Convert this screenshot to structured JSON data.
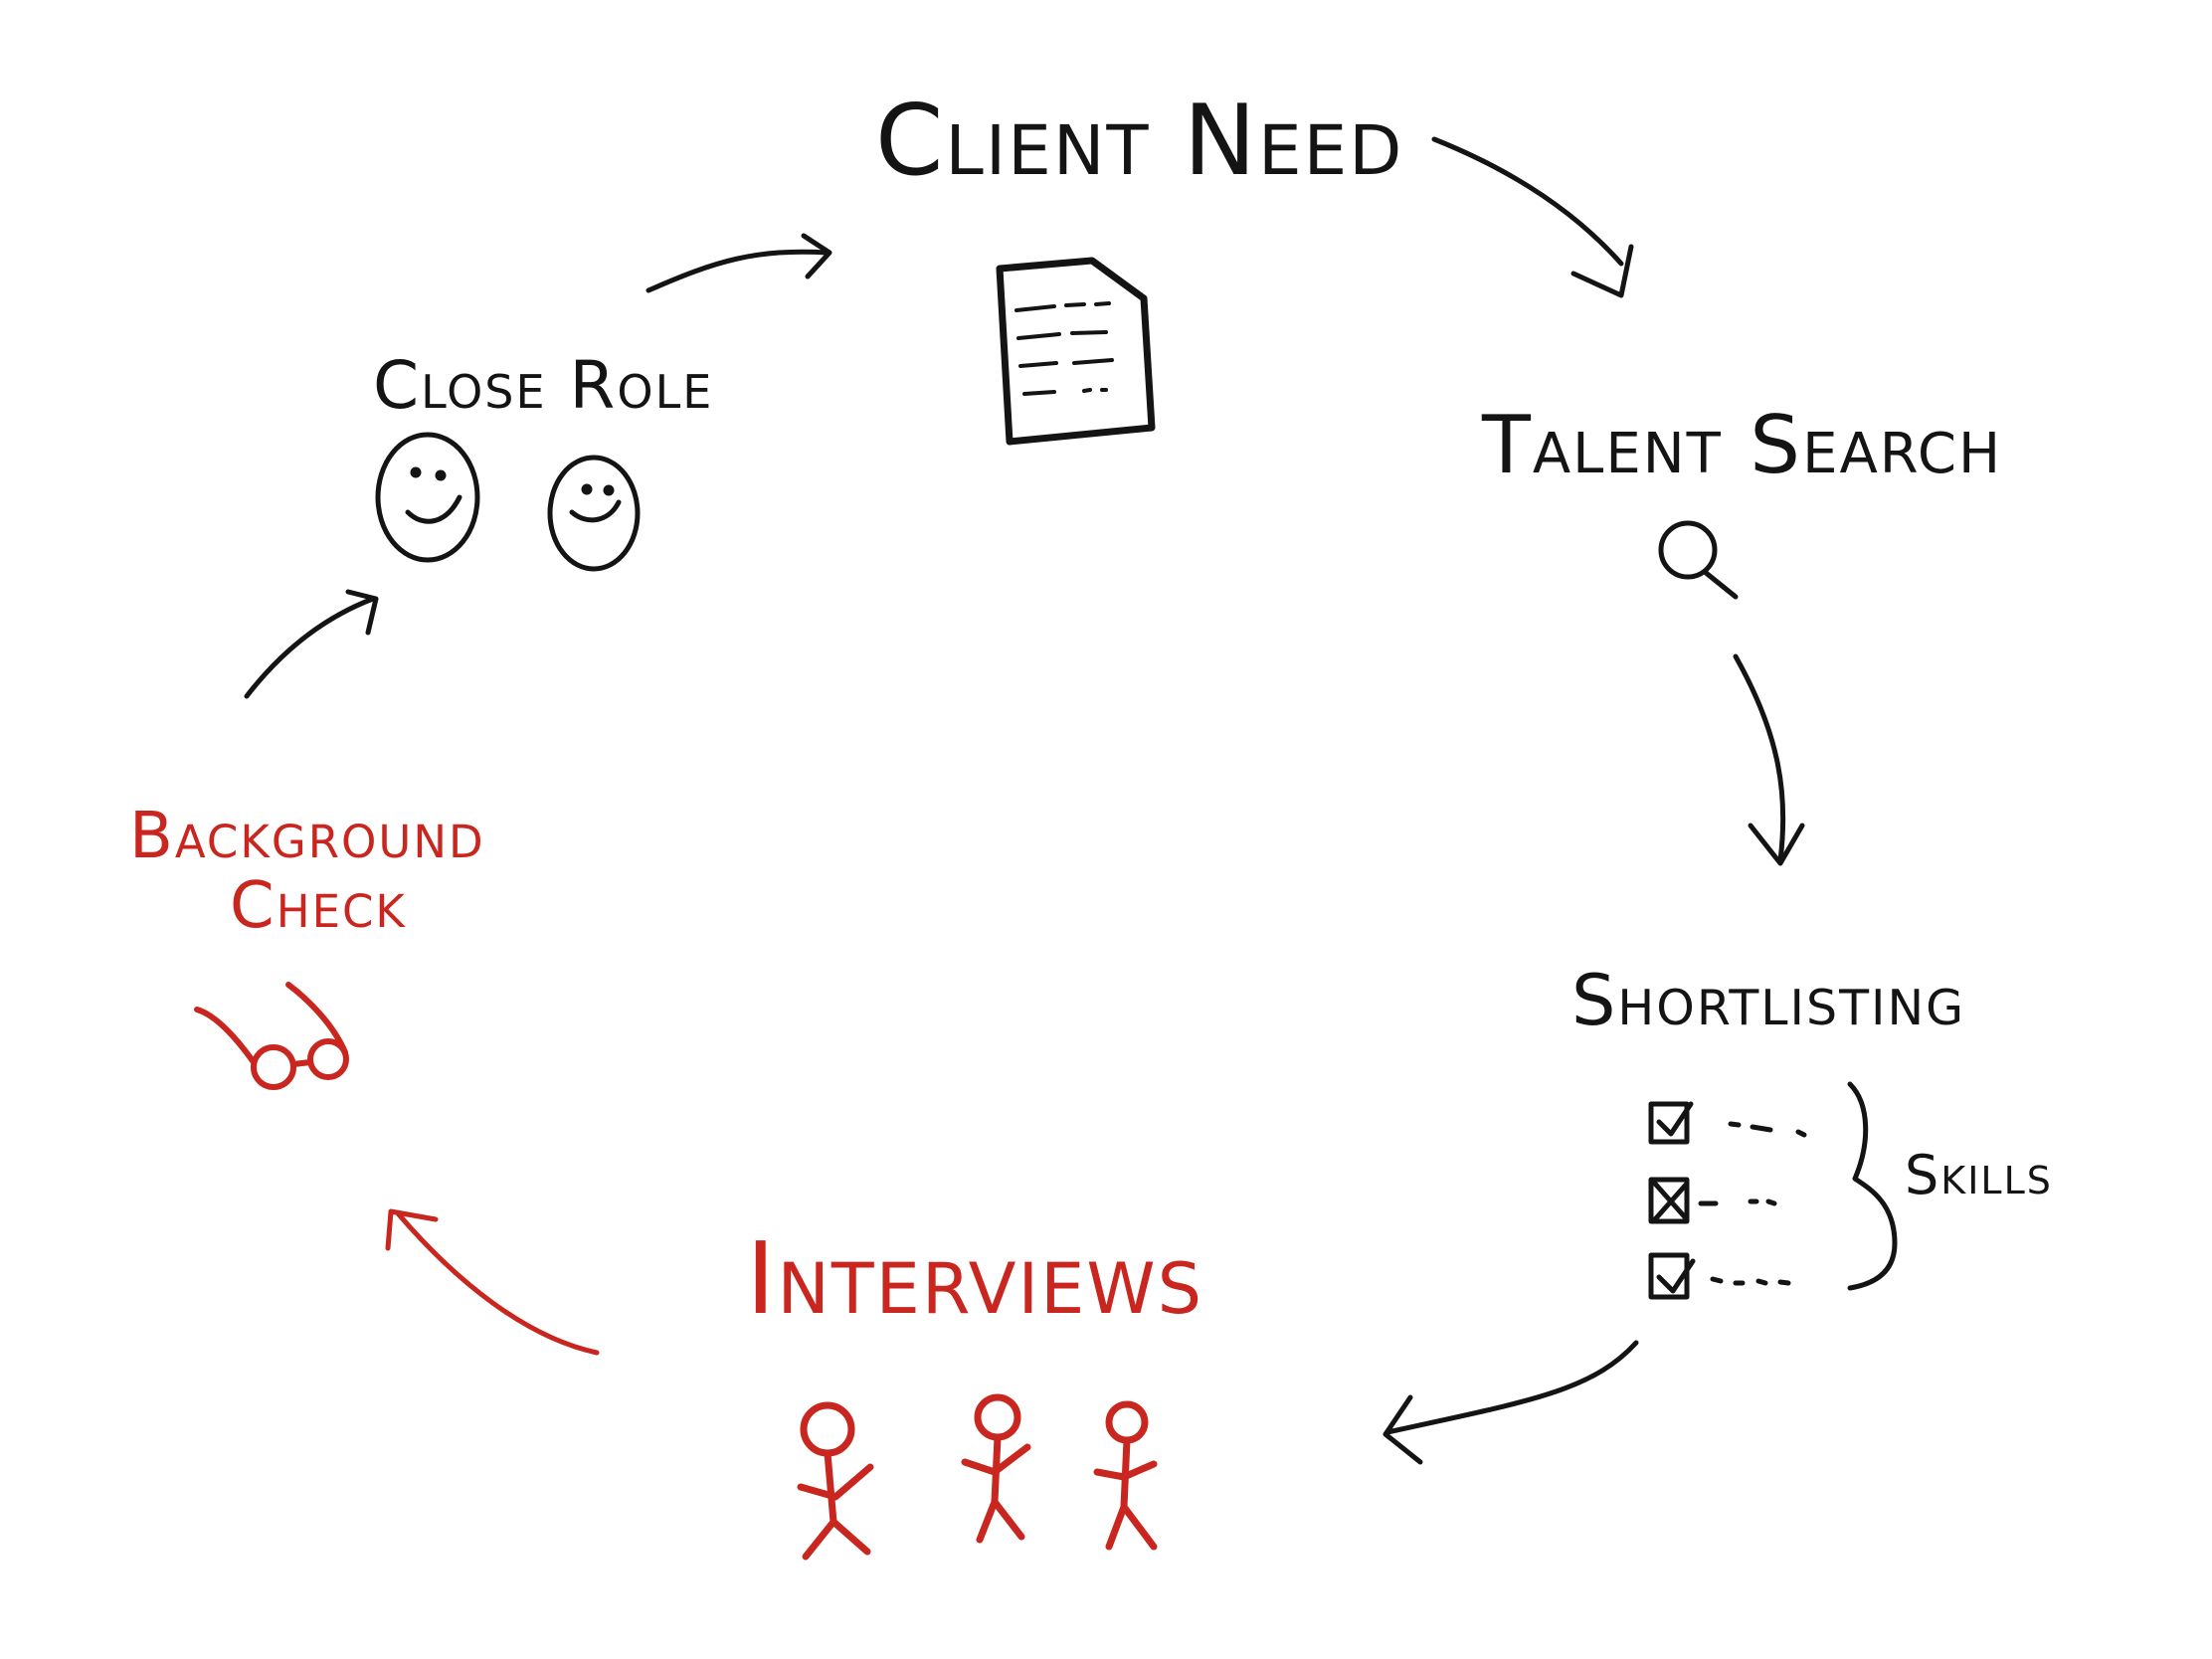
{
  "colors": {
    "ink": "#141414",
    "accent": "#c8261f",
    "background": "#ffffff"
  },
  "stages": {
    "client_need": "Client Need",
    "talent_search": "Talent Search",
    "shortlisting": "Shortlisting",
    "interviews": "Interviews",
    "background_check": "Background Check",
    "close_role": "Close Role"
  },
  "shortlisting_annotation": "Skills",
  "icons": {
    "client_need": "document-icon",
    "talent_search": "magnifier-icon",
    "shortlisting": "checklist-icon",
    "interviews": "stick-figures-icon",
    "background_check": "glasses-icon",
    "close_role": "smiley-faces-icon"
  }
}
